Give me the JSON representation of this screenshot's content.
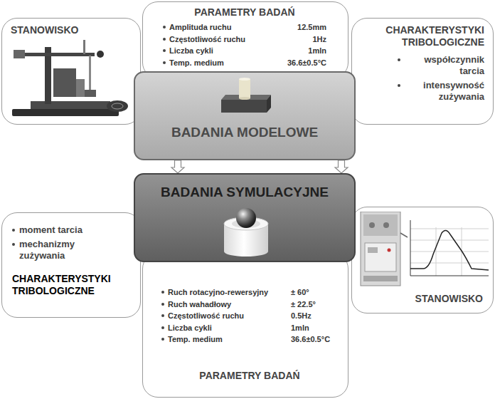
{
  "diagram": {
    "nodes": [
      {
        "text": [
          "PARAMETRY BADAŃ",
          "Amplituda ruchu",
          "12.5mm",
          "Częstotliwość ruchu",
          "1Hz",
          "Liczba cykli",
          "1mln",
          "Temp. medium",
          "36.6±0.5°C"
        ]
      },
      {
        "text": [
          "STANOWISKO"
        ]
      },
      {
        "text": [
          "CHARAKTERYSTYKI TRIBOLOGICZNE",
          "współczynnik tarcia",
          "intensywność zużywania"
        ]
      },
      {
        "text": [
          "BADANIA MODELOWE"
        ]
      },
      {
        "text": [
          "BADANIA SYMULACYJNE"
        ]
      },
      {
        "text": [
          "moment tarcia",
          "mechanizmy zużywania",
          "CHARAKTERYSTYKI TRIBOLOGICZNE"
        ]
      },
      {
        "text": [
          "STANOWISKO"
        ]
      },
      {
        "text": [
          "Ruch rotacyjno-rewersyjny",
          "± 60°",
          "Ruch wahadłowy",
          "± 22.5°",
          "Częstotliwość ruchu",
          "0.5Hz",
          "Liczba cykli",
          "1mln",
          "Temp. medium",
          "36.6±0.5°C",
          "PARAMETRY BADAŃ"
        ]
      }
    ],
    "edges": [
      {
        "from": 3,
        "to": 4,
        "arrow": "to"
      },
      {
        "from": 3,
        "to": 4,
        "arrow": "to"
      }
    ]
  }
}
